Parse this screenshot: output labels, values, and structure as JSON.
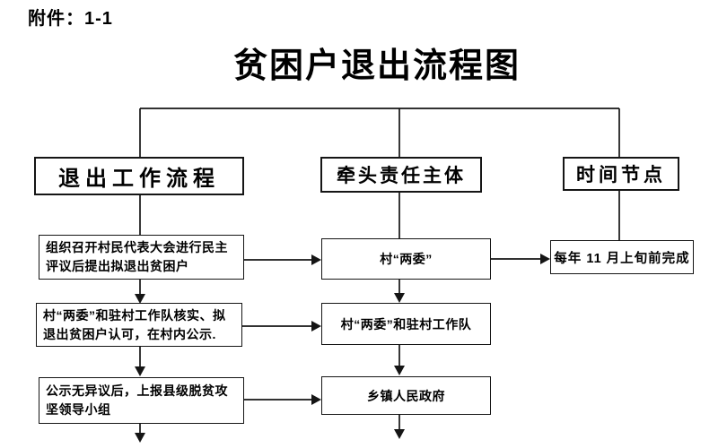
{
  "attachment_label": "附件：1-1",
  "title": "贫困户退出流程图",
  "flowchart": {
    "headers": [
      "退出工作流程",
      "牵头责任主体",
      "时间节点"
    ],
    "process_steps": [
      "组织召开村民代表大会进行民主评议后提出拟退出贫困户",
      "村“两委”和驻村工作队核实、拟退出贫困户认可，在村内公示.",
      "公示无异议后，上报县级脱贫攻坚领导小组"
    ],
    "responsible_steps": [
      "村“两委”",
      "村“两委”和驻村工作队",
      "乡镇人民政府"
    ],
    "time_steps": [
      "每年 11 月上旬前完成"
    ],
    "colors": {
      "line": "#151515",
      "box_border": "#151515",
      "background": "#ffffff",
      "text": "#000000"
    }
  }
}
